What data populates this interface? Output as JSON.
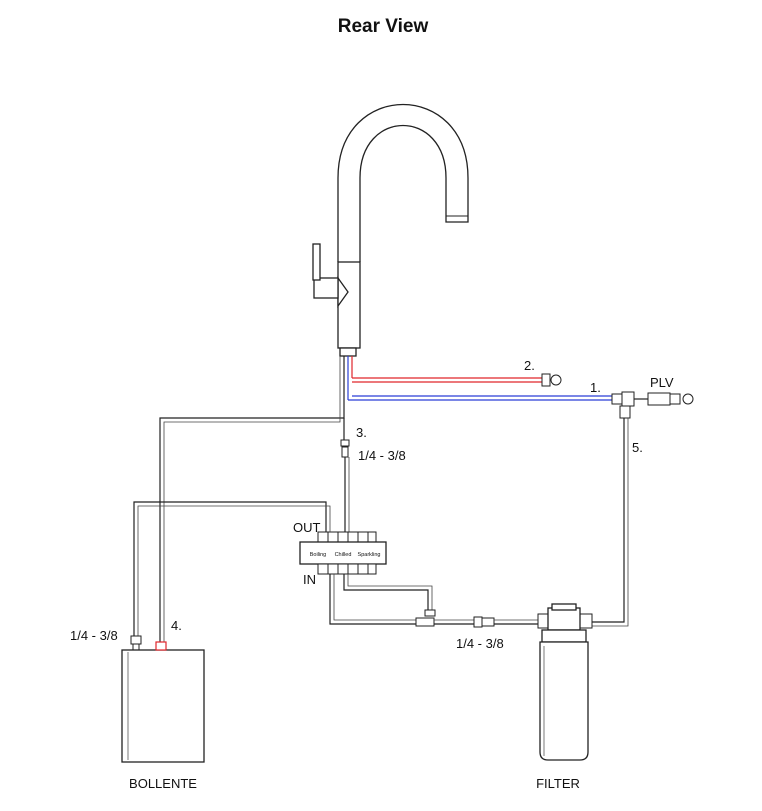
{
  "title": "Rear View",
  "colors": {
    "hot_line": "#e0262b",
    "cold_line": "#2a3fd6",
    "line": "#222222"
  },
  "labels": {
    "conn_1": "1.",
    "conn_2": "2.",
    "conn_3": "3.",
    "conn_4": "4.",
    "conn_5": "5.",
    "plv": "PLV",
    "size_top": "1/4 - 3/8",
    "size_left": "1/4 - 3/8",
    "size_filter": "1/4 - 3/8",
    "manifold_out": "OUT",
    "manifold_in": "IN",
    "boiling": "Boiling",
    "chilled": "Chilled",
    "sparkling": "Sparkling",
    "bollente": "BOLLENTE",
    "filter": "FILTER"
  }
}
